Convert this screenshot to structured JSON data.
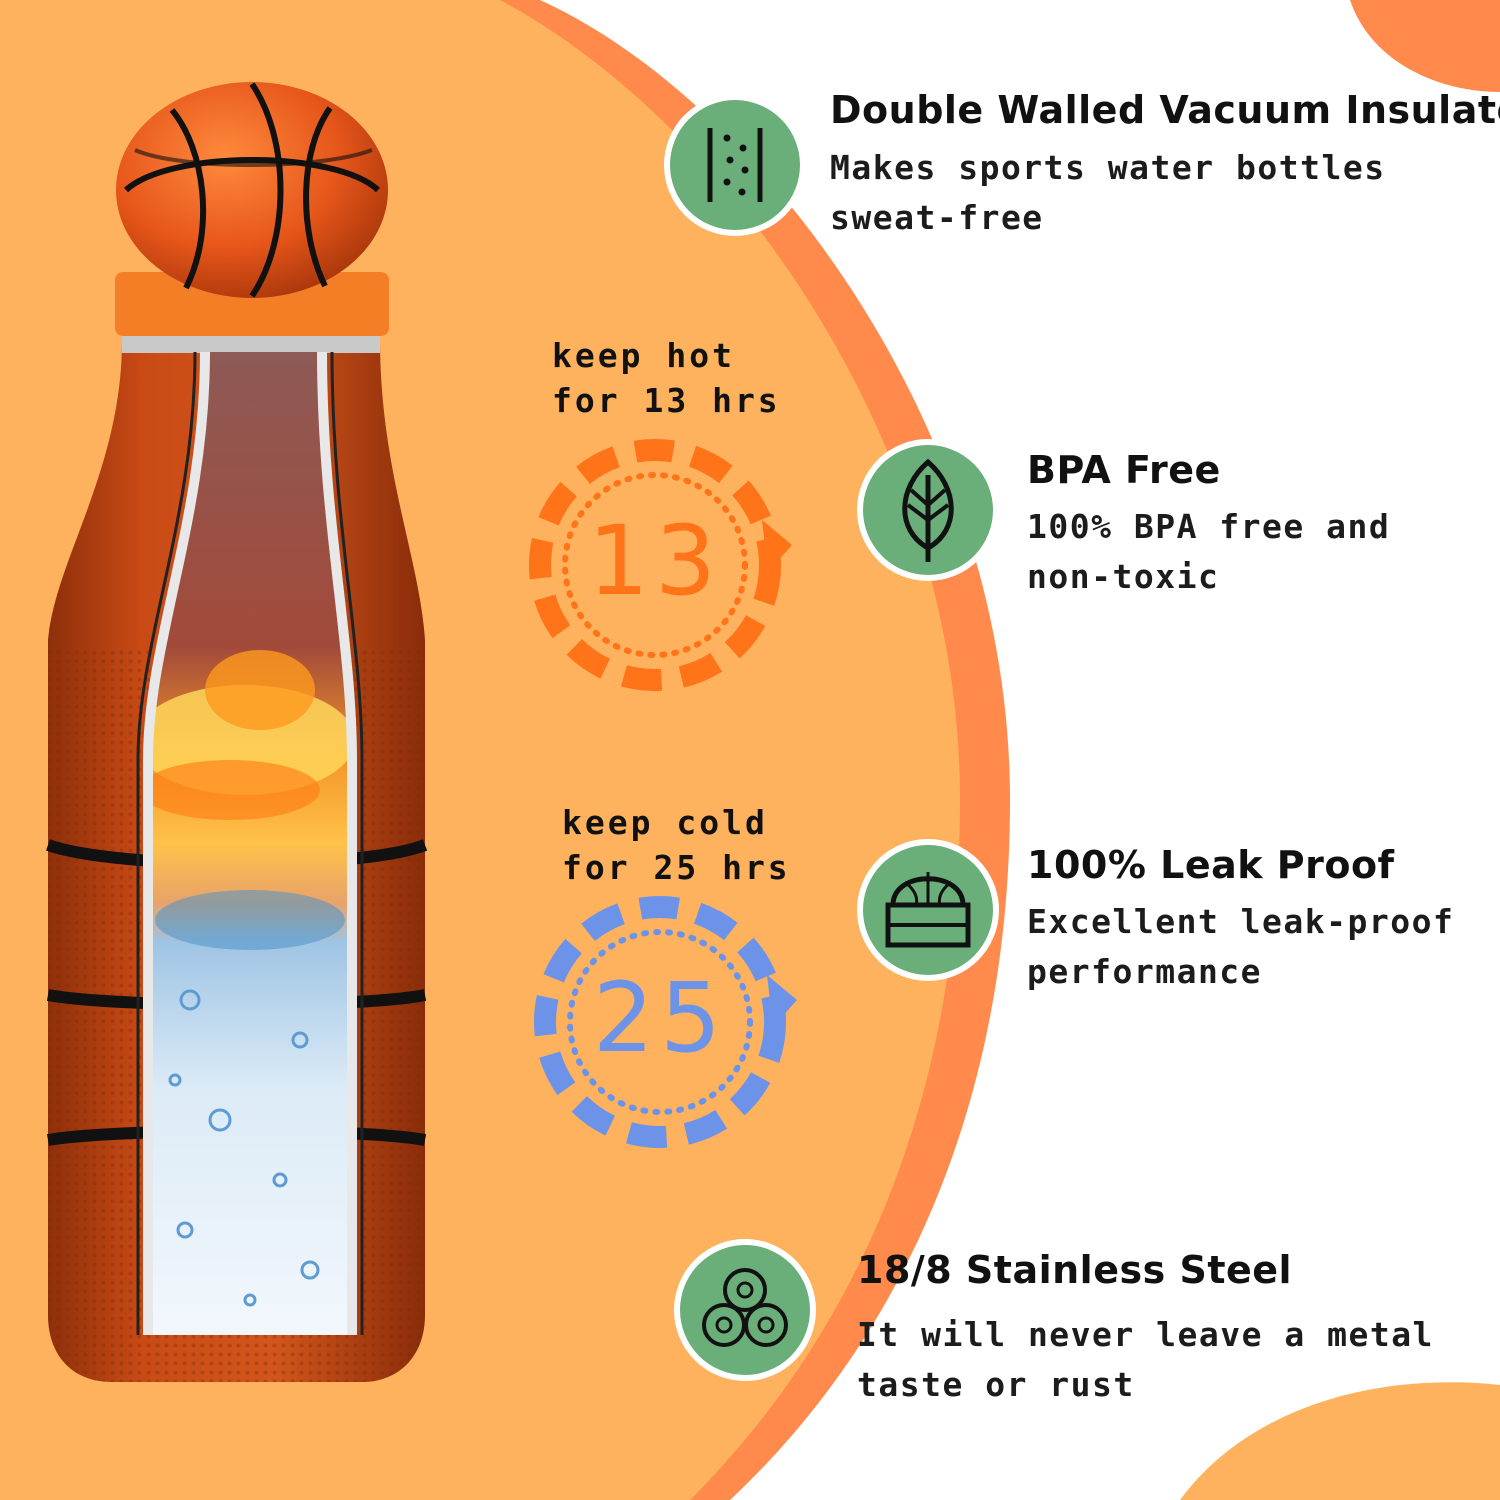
{
  "colors": {
    "background_orange": "#FFB25E",
    "rim_orange": "#FF8A4C",
    "icon_green": "#6AAF7A",
    "hot_orange": "#FF7319",
    "cold_blue": "#6D93E8"
  },
  "features": [
    {
      "title": "Double Walled Vacuum Insulated",
      "desc_lines": [
        "Makes sports water bottles",
        "sweat-free"
      ],
      "icon": "insulation-layers-icon"
    },
    {
      "title": "BPA Free",
      "desc_lines": [
        "100% BPA free and",
        "non-toxic"
      ],
      "icon": "leaf-icon"
    },
    {
      "title": "100% Leak Proof",
      "desc_lines": [
        "Excellent leak-proof",
        "performance"
      ],
      "icon": "basketball-lid-icon"
    },
    {
      "title": "18/8 Stainless Steel",
      "desc_lines": [
        "It will never leave a metal",
        "taste or rust"
      ],
      "icon": "steel-rolls-icon"
    }
  ],
  "hot": {
    "label_lines": [
      "keep hot",
      "for 13 hrs"
    ],
    "number": "13"
  },
  "cold": {
    "label_lines": [
      "keep cold",
      "for 25 hrs"
    ],
    "number": "25"
  }
}
